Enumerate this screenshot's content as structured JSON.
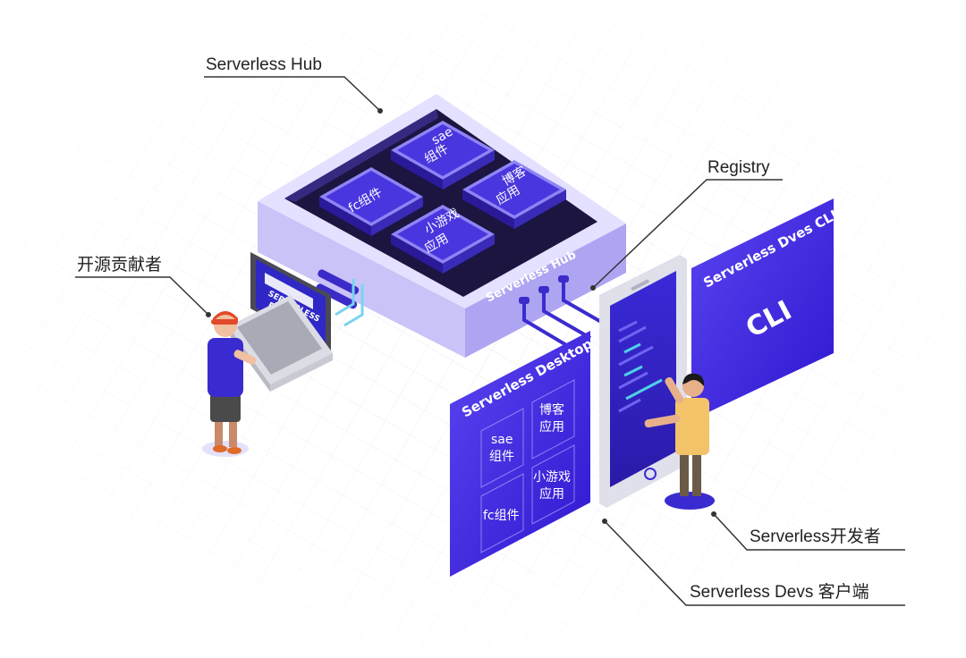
{
  "labels": {
    "hub": "Serverless Hub",
    "registry": "Registry",
    "contributor": "开源贡献者",
    "developer": "Serverless开发者",
    "client": "Serverless Devs 客户端"
  },
  "hub": {
    "side_text": "Serverless Hub",
    "modules": {
      "sae_line1": "sae",
      "sae_line2": "组件",
      "fc": "fc组件",
      "blog_line1": "博客",
      "blog_line2": "应用",
      "game_line1": "小游戏",
      "game_line2": "应用"
    }
  },
  "desktop": {
    "title": "Serverless Desktop",
    "cells": {
      "sae_line1": "sae",
      "sae_line2": "组件",
      "blog_line1": "博客",
      "blog_line2": "应用",
      "fc": "fc组件",
      "game_line1": "小游戏",
      "game_line2": "应用"
    }
  },
  "cli": {
    "title": "Serverless Dves CLI",
    "big": "CLI"
  },
  "laptop_logo": {
    "line1": "SERVERLESS",
    "line2": "DEVS"
  },
  "colors": {
    "accent": "#4b32e0",
    "panel_dark": "#3a22d8",
    "hub_top": "#e6e3ff",
    "hub_side": "#bdb6f6",
    "hub_inner": "#17123a",
    "chip": "#5544e8",
    "line": "#333333"
  }
}
